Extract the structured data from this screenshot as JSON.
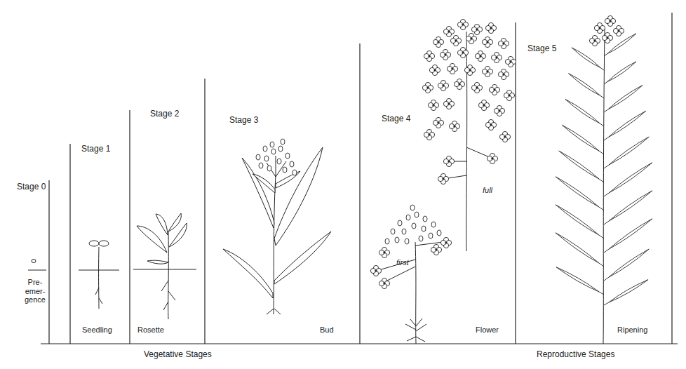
{
  "diagram": {
    "labels": [
      "Stage 0",
      "Pre- emer- gence",
      "Stage 1",
      "Seedling",
      "Stage 2",
      "Rosette",
      "Stage 3",
      "Bud",
      "Stage 4",
      "first",
      "full",
      "Flower",
      "Stage 5",
      "Ripening",
      "Vegetative Stages",
      "Reproductive Stages"
    ]
  }
}
